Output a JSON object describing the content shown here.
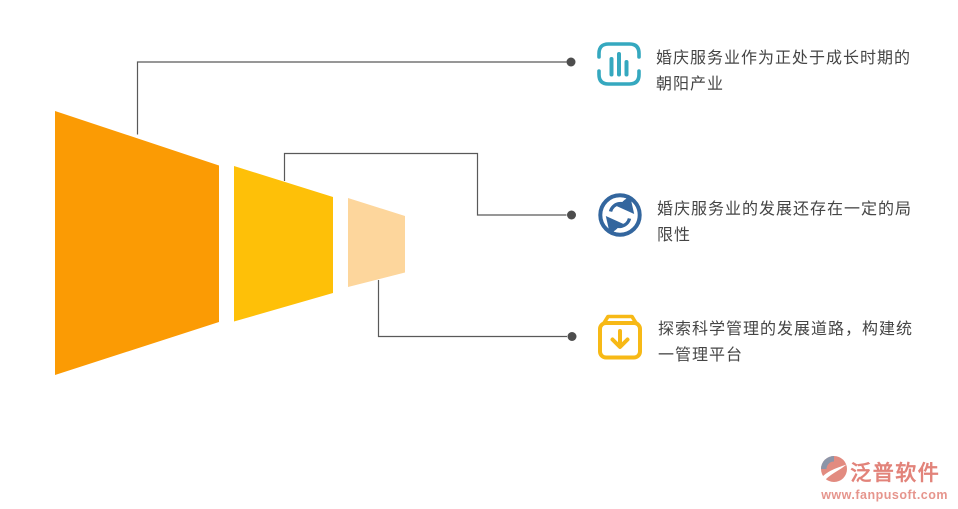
{
  "page": {
    "background": "#FFFFFF"
  },
  "funnel": {
    "type": "funnel",
    "orientation": "horizontal",
    "segments": [
      {
        "stage": 1,
        "color": "#FB9B04"
      },
      {
        "stage": 2,
        "color": "#FEC008"
      },
      {
        "stage": 3,
        "color": "#FDD69C"
      }
    ]
  },
  "connectors": {
    "line_color": "#595959",
    "dot_color": "#4D4D4D"
  },
  "callouts": [
    {
      "icon": "bar-chart-icon",
      "icon_color": "#35A8BF",
      "text": "婚庆服务业作为正处于成长时期的朝阳产业"
    },
    {
      "icon": "sync-icon",
      "icon_color": "#33669E",
      "text": "婚庆服务业的发展还存在一定的局限性"
    },
    {
      "icon": "box-download-icon",
      "icon_color": "#F7B916",
      "text": "探索科学管理的发展道路，构建统一管理平台"
    }
  ],
  "text_color": "#454545",
  "logo": {
    "name": "泛普软件",
    "url": "www.fanpusoft.com",
    "accent_color": "#E2837A",
    "mark_colors": {
      "swirl": "#E28B80",
      "wedge": "#8C95A8"
    }
  }
}
